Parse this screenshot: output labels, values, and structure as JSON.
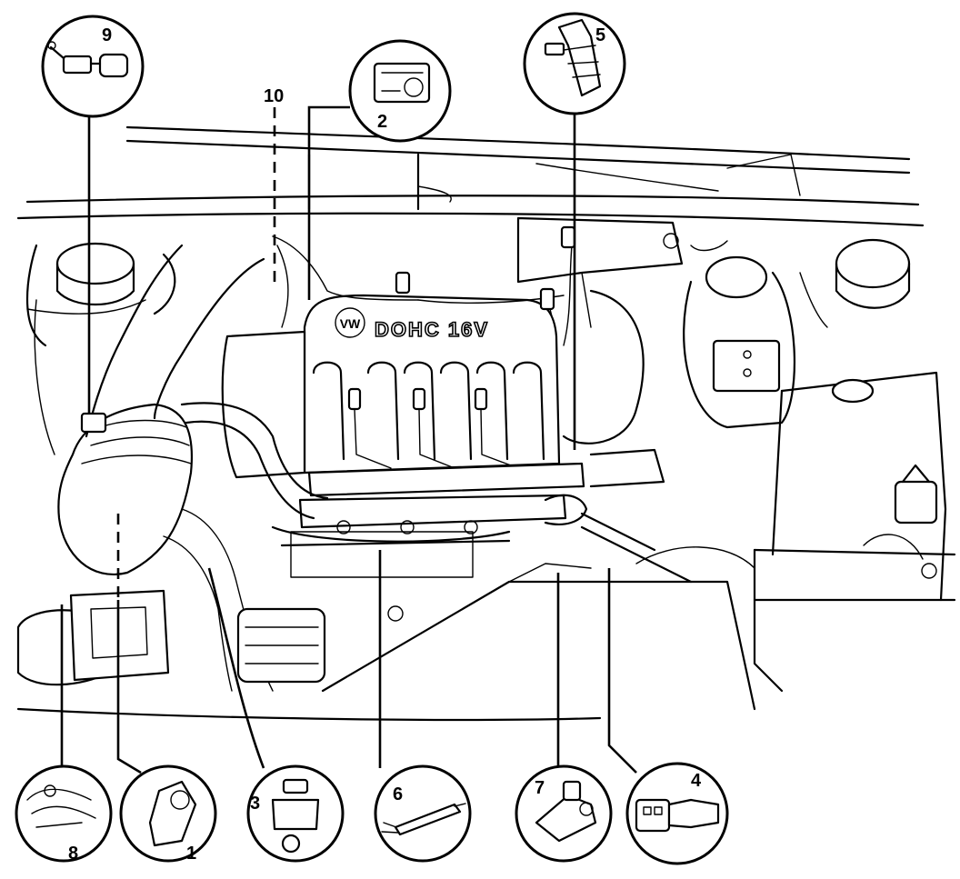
{
  "diagram": {
    "engine_badge": "DOHC 16V",
    "brand_mark": "VW",
    "callouts": [
      {
        "id": "c1",
        "label": "1"
      },
      {
        "id": "c2",
        "label": "2"
      },
      {
        "id": "c3",
        "label": "3"
      },
      {
        "id": "c4",
        "label": "4"
      },
      {
        "id": "c5",
        "label": "5"
      },
      {
        "id": "c6",
        "label": "6"
      },
      {
        "id": "c7",
        "label": "7"
      },
      {
        "id": "c8",
        "label": "8"
      },
      {
        "id": "c9",
        "label": "9"
      },
      {
        "id": "c10",
        "label": "10"
      }
    ]
  }
}
